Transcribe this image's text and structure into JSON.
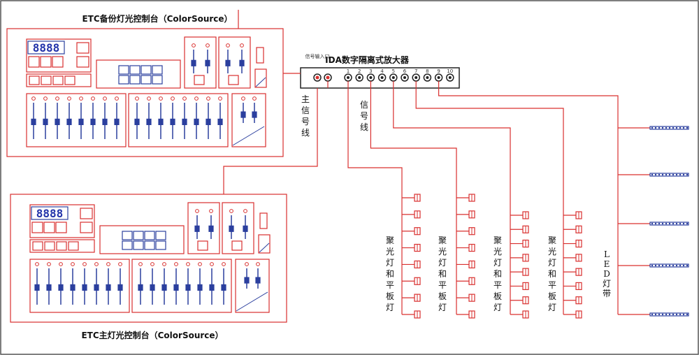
{
  "colors": {
    "wire": "#d9302f",
    "panel": "#d9302f",
    "fader": "#2b3f9e",
    "led": "#2b3f9e",
    "ink": "#111111",
    "jack": "#222222"
  },
  "backup_console": {
    "title": "ETC备份灯光控制台（ColorSource）",
    "display": "8888",
    "main_faders": 8,
    "sub_faders": 8,
    "upper_faders": 2,
    "aux_faders": 2
  },
  "main_console": {
    "title": "ETC主灯光控制台（ColorSource）",
    "display": "8888",
    "main_faders": 8,
    "sub_faders": 8,
    "upper_faders": 2,
    "aux_faders": 2
  },
  "amplifier": {
    "title": "IDA数字隔离式放大器",
    "input_label": "信号输入口",
    "input_ports": 2,
    "output_ports": 10,
    "output_port_numbers": [
      "1",
      "2",
      "3",
      "4",
      "5",
      "6",
      "7",
      "8",
      "9",
      "10"
    ]
  },
  "labels": {
    "main_signal": "主信号线",
    "signal": "信号线",
    "fixture_groups": [
      "聚光灯和平板灯",
      "聚光灯和平板灯",
      "聚光灯和平板灯",
      "聚光灯和平板灯"
    ],
    "led_strip": "LED灯带"
  },
  "fixtures": {
    "groups": 4,
    "per_group": 8,
    "led_strips": 5
  }
}
